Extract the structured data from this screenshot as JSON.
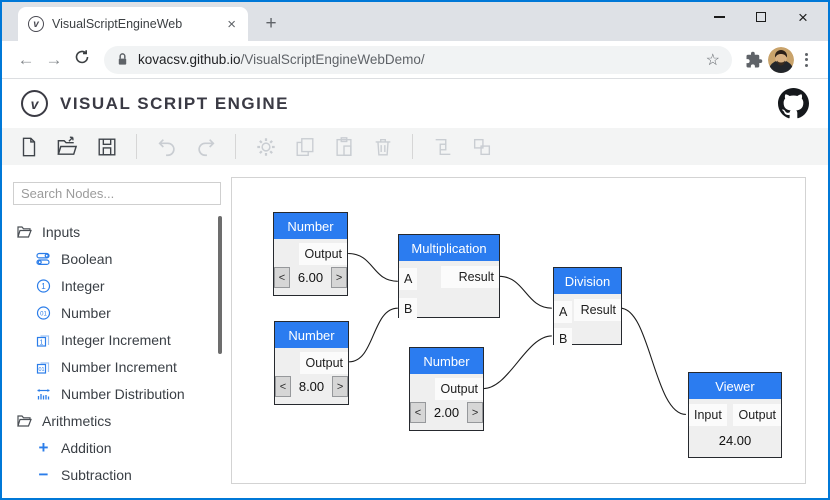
{
  "browser": {
    "tab": {
      "favicon_glyph": "v",
      "title": "VisualScriptEngineWeb",
      "close_glyph": "×"
    },
    "new_tab_glyph": "+",
    "window_icons": [
      "minimize-icon",
      "maximize-icon",
      "close-icon"
    ],
    "nav": {
      "back_glyph": "←",
      "forward_glyph": "→",
      "reload_icon": "reload-icon"
    },
    "omnibox": {
      "lock_icon": "lock-icon",
      "domain": "kovacsv.github.io",
      "path": "/VisualScriptEngineWebDemo/",
      "star_glyph": "☆"
    },
    "right_icons": [
      "extensions-puzzle-icon",
      "profile-avatar",
      "menu-kebab-icon"
    ]
  },
  "header": {
    "logo_glyph": "v",
    "title": "VISUAL SCRIPT ENGINE",
    "github_icon": "github-icon"
  },
  "toolbar": {
    "buttons": [
      {
        "name": "new-file",
        "enabled": true
      },
      {
        "name": "open-file",
        "enabled": true
      },
      {
        "name": "save-file",
        "enabled": true
      },
      {
        "name": "undo",
        "enabled": false
      },
      {
        "name": "redo",
        "enabled": false
      },
      {
        "name": "settings",
        "enabled": false
      },
      {
        "name": "copy",
        "enabled": false
      },
      {
        "name": "paste",
        "enabled": false
      },
      {
        "name": "delete",
        "enabled": false
      },
      {
        "name": "group",
        "enabled": false
      },
      {
        "name": "ungroup",
        "enabled": false
      }
    ]
  },
  "sidebar": {
    "search_placeholder": "Search Nodes...",
    "groups": [
      {
        "label": "Inputs",
        "items": [
          "Boolean",
          "Integer",
          "Number",
          "Integer Increment",
          "Number Increment",
          "Number Distribution"
        ]
      },
      {
        "label": "Arithmetics",
        "items": [
          "Addition",
          "Subtraction"
        ]
      }
    ],
    "item_glyphs": {
      "addition": "+",
      "subtraction": "−"
    }
  },
  "canvas": {
    "stepper_decrease": "<",
    "stepper_increase": ">",
    "nodes": [
      {
        "title": "Number",
        "output": "Output",
        "value": "6.00"
      },
      {
        "title": "Number",
        "output": "Output",
        "value": "8.00"
      },
      {
        "title": "Number",
        "output": "Output",
        "value": "2.00"
      },
      {
        "title": "Multiplication",
        "input_a": "A",
        "input_b": "B",
        "output": "Result"
      },
      {
        "title": "Division",
        "input_a": "A",
        "input_b": "B",
        "output": "Result"
      },
      {
        "title": "Viewer",
        "input": "Input",
        "output": "Output",
        "value": "24.00"
      }
    ],
    "connections": [
      "Number(6.00).Output -> Multiplication.A",
      "Number(8.00).Output -> Multiplication.B",
      "Multiplication.Result -> Division.A",
      "Number(2.00).Output -> Division.B",
      "Division.Result -> Viewer.Input"
    ]
  },
  "colors": {
    "window_border": "#0078d7",
    "node_header": "#2b7cf0",
    "sidebar_icon_blue": "#2b7de9",
    "url_domain": "#202124",
    "url_path": "#5f6368"
  }
}
